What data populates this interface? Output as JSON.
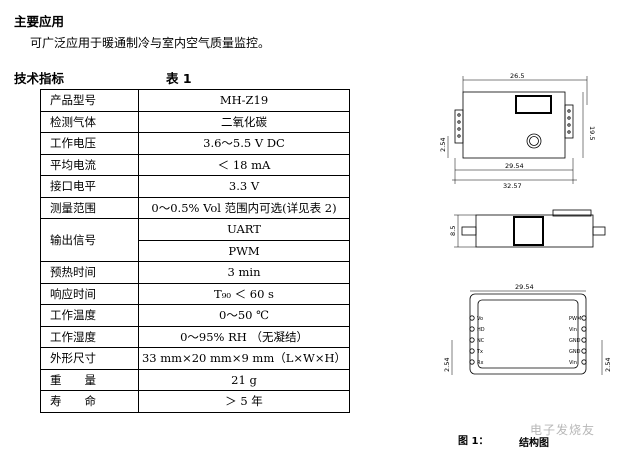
{
  "section": {
    "title": "主要应用",
    "text": "可广泛应用于暖通制冷与室内空气质量监控。"
  },
  "specs": {
    "title": "技术指标",
    "table_label": "表 1",
    "rows": [
      {
        "k": "产品型号",
        "v": "MH-Z19"
      },
      {
        "k": "检测气体",
        "v": "二氧化碳"
      },
      {
        "k": "工作电压",
        "v": "3.6～5.5 V DC"
      },
      {
        "k": "平均电流",
        "v": "＜ 18 mA"
      },
      {
        "k": "接口电平",
        "v": "3.3 V"
      },
      {
        "k": "测量范围",
        "v": "0～0.5% Vol 范围内可选(详见表 2)"
      },
      {
        "k": "输出信号",
        "v": "UART",
        "v2": "PWM"
      },
      {
        "k": "预热时间",
        "v": "3 min"
      },
      {
        "k": "响应时间",
        "v": "T₉₀ ＜ 60 s"
      },
      {
        "k": "工作温度",
        "v": "0～50 ℃"
      },
      {
        "k": "工作湿度",
        "v": "0～95% RH （无凝结）"
      },
      {
        "k": "外形尺寸",
        "v": "33 mm×20 mm×9 mm（L×W×H）"
      },
      {
        "k": "重　　量",
        "v": "21 g"
      },
      {
        "k": "寿　　命",
        "v": "＞ 5 年"
      }
    ]
  },
  "drawing": {
    "dims": {
      "top_w": "26.5",
      "right_h": "19.5",
      "left_h": "2.54",
      "inner_w": "29.54",
      "outer_w": "32.57",
      "side_h": "8.5",
      "bottom_w": "29.54",
      "b_left": "2.54",
      "b_right": "2.54"
    },
    "pins_left": [
      "Vo",
      "HD",
      "NC",
      "Tx",
      "Rx"
    ],
    "pins_right": [
      "PWM",
      "Vin",
      "GND",
      "GND",
      "Vin"
    ],
    "caption": "图 1：",
    "caption_tail": "结构图"
  },
  "watermark": "电子发烧友"
}
